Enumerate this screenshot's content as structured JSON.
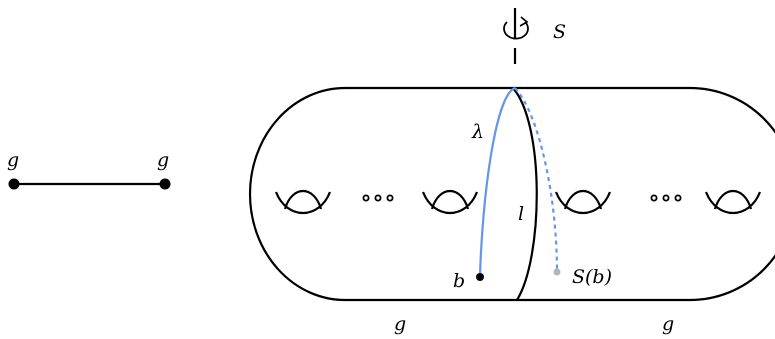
{
  "colors": {
    "ink": "#000000",
    "curve_blue": "#6495ED",
    "point_gray": "#B4B4B4"
  },
  "graph": {
    "left_vertex_label": "g",
    "right_vertex_label": "g"
  },
  "surface": {
    "rotation_label": "S",
    "lambda_label": "λ",
    "l_label": "l",
    "b_label": "b",
    "sb_label": "S(b)",
    "left_genus_label": "g",
    "right_genus_label": "g",
    "left_ellipsis": "···",
    "right_ellipsis": "···"
  },
  "icons": [
    "rotation-axis-icon",
    "handle-icon"
  ]
}
